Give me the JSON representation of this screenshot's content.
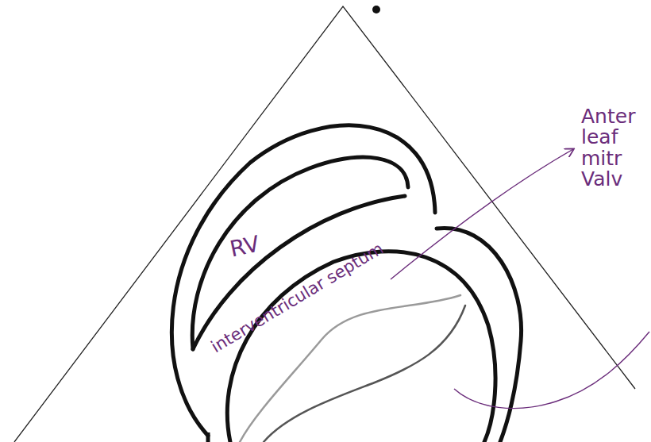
{
  "diagram": {
    "labels": [
      "RV",
      "interventricular septum",
      "Anter leaf mitr Valv"
    ]
  }
}
